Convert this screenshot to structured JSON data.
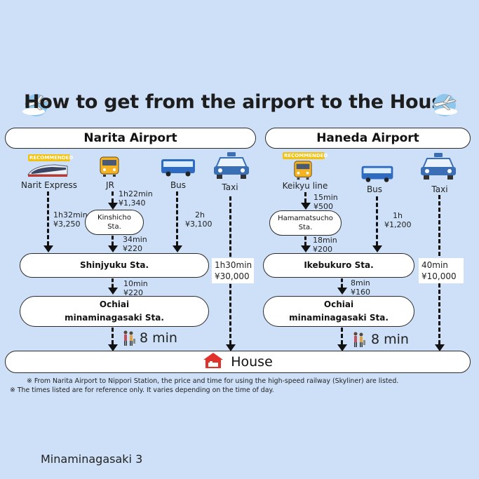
{
  "title": "How to get from the airport to the House",
  "narita": {
    "name": "Narita Airport",
    "modes": {
      "express": "Narit Express",
      "jr": "JR",
      "bus": "Bus",
      "taxi": "Taxi"
    },
    "recommended": "RECOMMENDED",
    "express_time": "1h32min",
    "express_price": "¥3,250",
    "jr_time": "1h22min",
    "jr_price": "¥1,340",
    "transfer_station_1": "Kinshicho",
    "transfer_station_2": "Sta.",
    "transfer_time": "34min",
    "transfer_price": "¥220",
    "bus_time": "2h",
    "bus_price": "¥3,100",
    "hub": "Shinjyuku   Sta.",
    "hub_time": "10min",
    "hub_price": "¥220",
    "dest_1": "Ochiai",
    "dest_2": "minaminagasaki Sta.",
    "taxi_time": "1h30min",
    "taxi_price": "¥30,000",
    "walk": "8 min"
  },
  "haneda": {
    "name": "Haneda Airport",
    "modes": {
      "keikyu": "Keikyu line",
      "bus": "Bus",
      "taxi": "Taxi"
    },
    "recommended": "RECOMMENDED",
    "keikyu_time": "15min",
    "keikyu_price": "¥500",
    "transfer_station_1": "Hamamatsucho",
    "transfer_station_2": "Sta.",
    "transfer_time": "18min",
    "transfer_price": "¥200",
    "bus_time": "1h",
    "bus_price": "¥1,200",
    "hub": "Ikebukuro Sta.",
    "hub_time": "8min",
    "hub_price": "¥160",
    "dest_1": "Ochiai",
    "dest_2": "minaminagasaki   Sta.",
    "taxi_time": "40min",
    "taxi_price": "¥10,000",
    "walk": "8 min"
  },
  "house": "House",
  "note_1": "※ From Narita Airport to Nippori Station, the price and time for using the high-speed railway (Skyliner) are listed.",
  "note_2": "※ The times listed are for reference only. It varies depending on the time of day.",
  "footer": "Minaminagasaki 3",
  "colors": {
    "background": "#cde0f7",
    "house_icon": "#e0322b",
    "recommended": "#f4c20d"
  }
}
